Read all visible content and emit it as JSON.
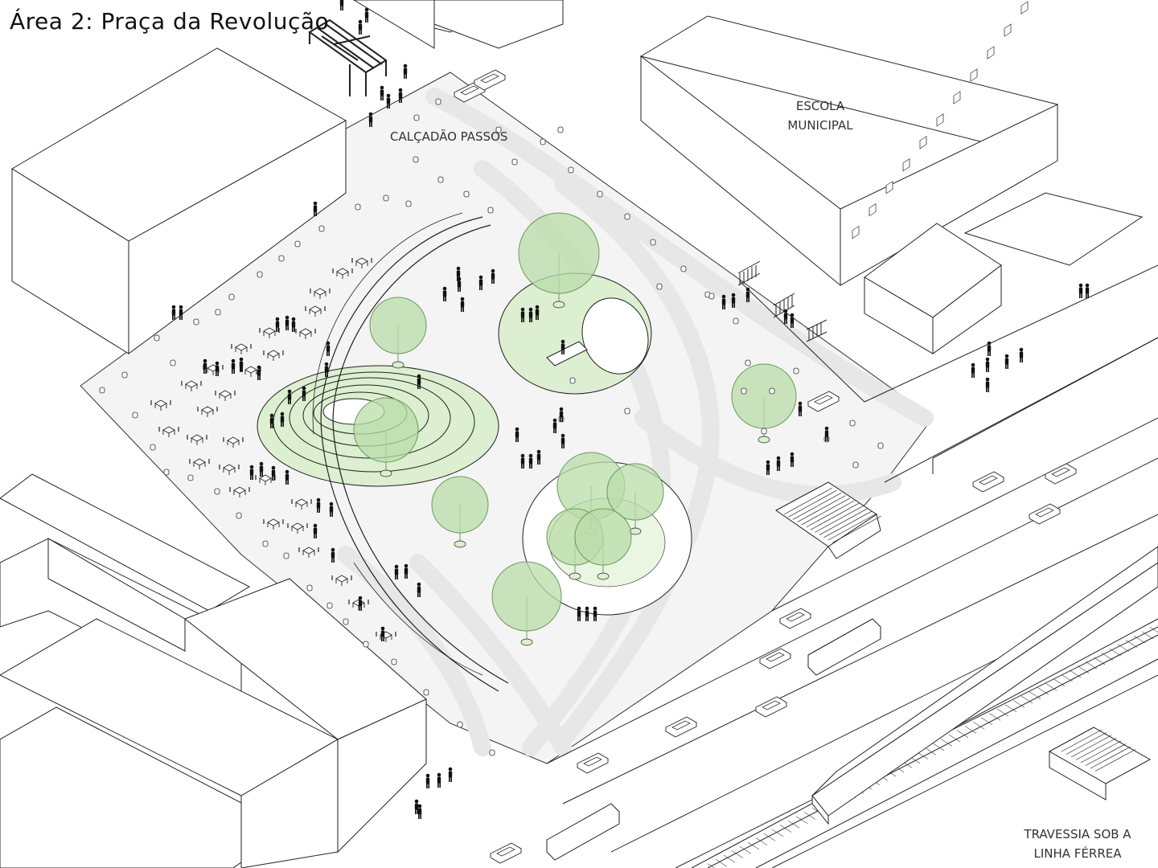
{
  "title": "Área 2: Praça da Revolução",
  "labels": {
    "calcadao": "CALÇADÃO PASSOS",
    "escola_line1": "ESCOLA",
    "escola_line2": "MUNICIPAL",
    "travessia_line1": "TRAVESSIA SOB A",
    "travessia_line2": "LINHA FÉRREA"
  },
  "colors": {
    "line": "#222222",
    "tree_fill": "#b9dca8",
    "tree_stroke": "#6a9a5a",
    "lawn_fill": "#dcefd0",
    "ground": "#f2f2f2",
    "stripe": "#e6e6e6",
    "figure": "#111111"
  }
}
